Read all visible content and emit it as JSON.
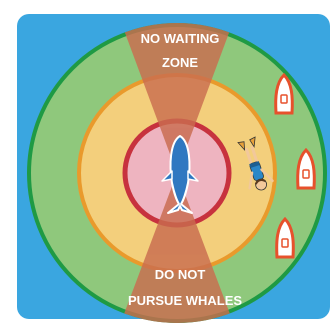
{
  "top_zone": {
    "line1": "NO WAITING",
    "line2": "ZONE"
  },
  "bottom_zone": {
    "line1": "DO NOT",
    "line2": "PURSUE WHALES"
  },
  "colors": {
    "frame_bg": "#3aa6e0",
    "outer_zone": "#8fc87c",
    "outer_ring": "#1f9a44",
    "middle_zone": "#f3cf7c",
    "middle_ring": "#e99a2c",
    "inner_zone": "#eeb4c0",
    "inner_ring": "#c7323e",
    "restricted_wedge": "#c96c4f",
    "whale": "#2f78c1",
    "boat": "#e7512c"
  },
  "icons": [
    "whale-icon",
    "swimmer-icon",
    "boat-icon"
  ]
}
